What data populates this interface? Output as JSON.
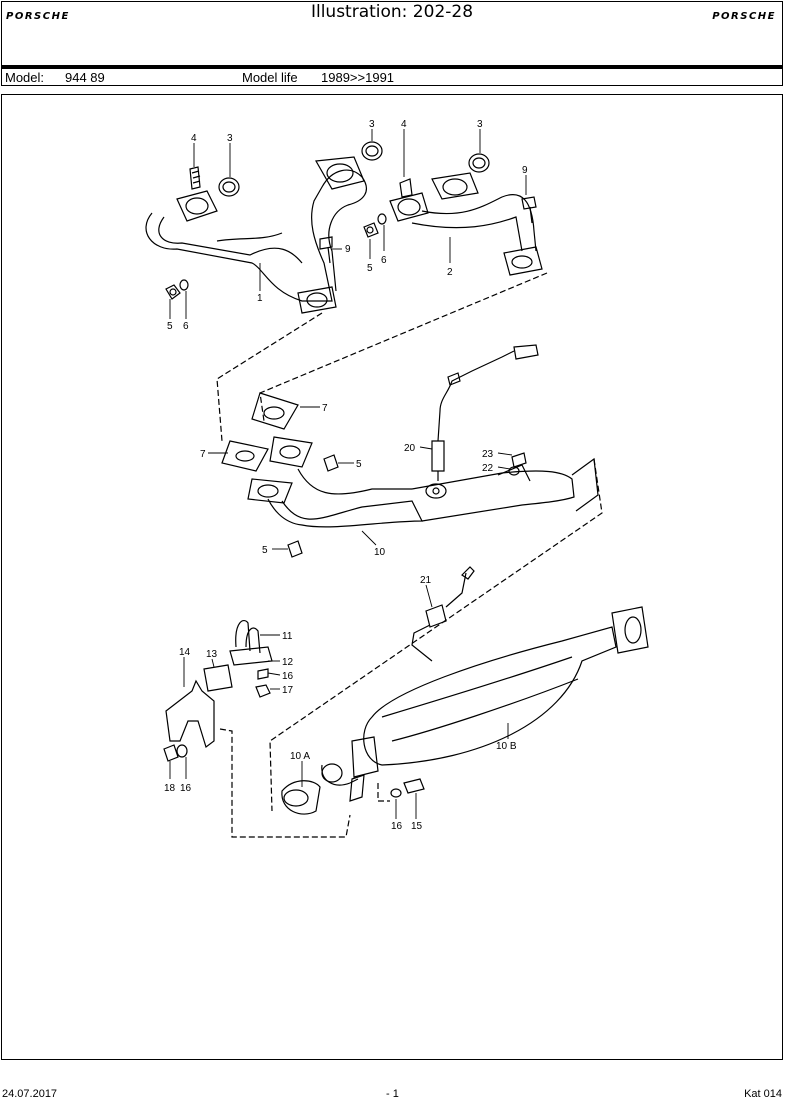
{
  "header": {
    "brand_left": "PORSCHE",
    "brand_right": "PORSCHE",
    "title": "Illustration: 202-28"
  },
  "info": {
    "model_label": "Model:",
    "model_value": "944 89",
    "model_life_label": "Model life",
    "model_life_value": "1989>>1991"
  },
  "callouts": {
    "c4a": "4",
    "c3a": "3",
    "c3b": "3",
    "c4b": "4",
    "c3c": "3",
    "c9a": "9",
    "c9b": "9",
    "c5a": "5",
    "c6a": "6",
    "c2": "2",
    "c1": "1",
    "c5b": "5",
    "c6b": "6",
    "c7a": "7",
    "c7b": "7",
    "c20": "20",
    "c23": "23",
    "c22": "22",
    "c5c": "5",
    "c5d": "5",
    "c10": "10",
    "c21": "21",
    "c11": "11",
    "c14": "14",
    "c13": "13",
    "c12": "12",
    "c16a": "16",
    "c17": "17",
    "c10a": "10 A",
    "c10b": "10 B",
    "c18": "18",
    "c16b": "16",
    "c16c": "16",
    "c15": "15"
  },
  "footer": {
    "date": "24.07.2017",
    "page": "- 1",
    "catalog": "Kat 014"
  }
}
